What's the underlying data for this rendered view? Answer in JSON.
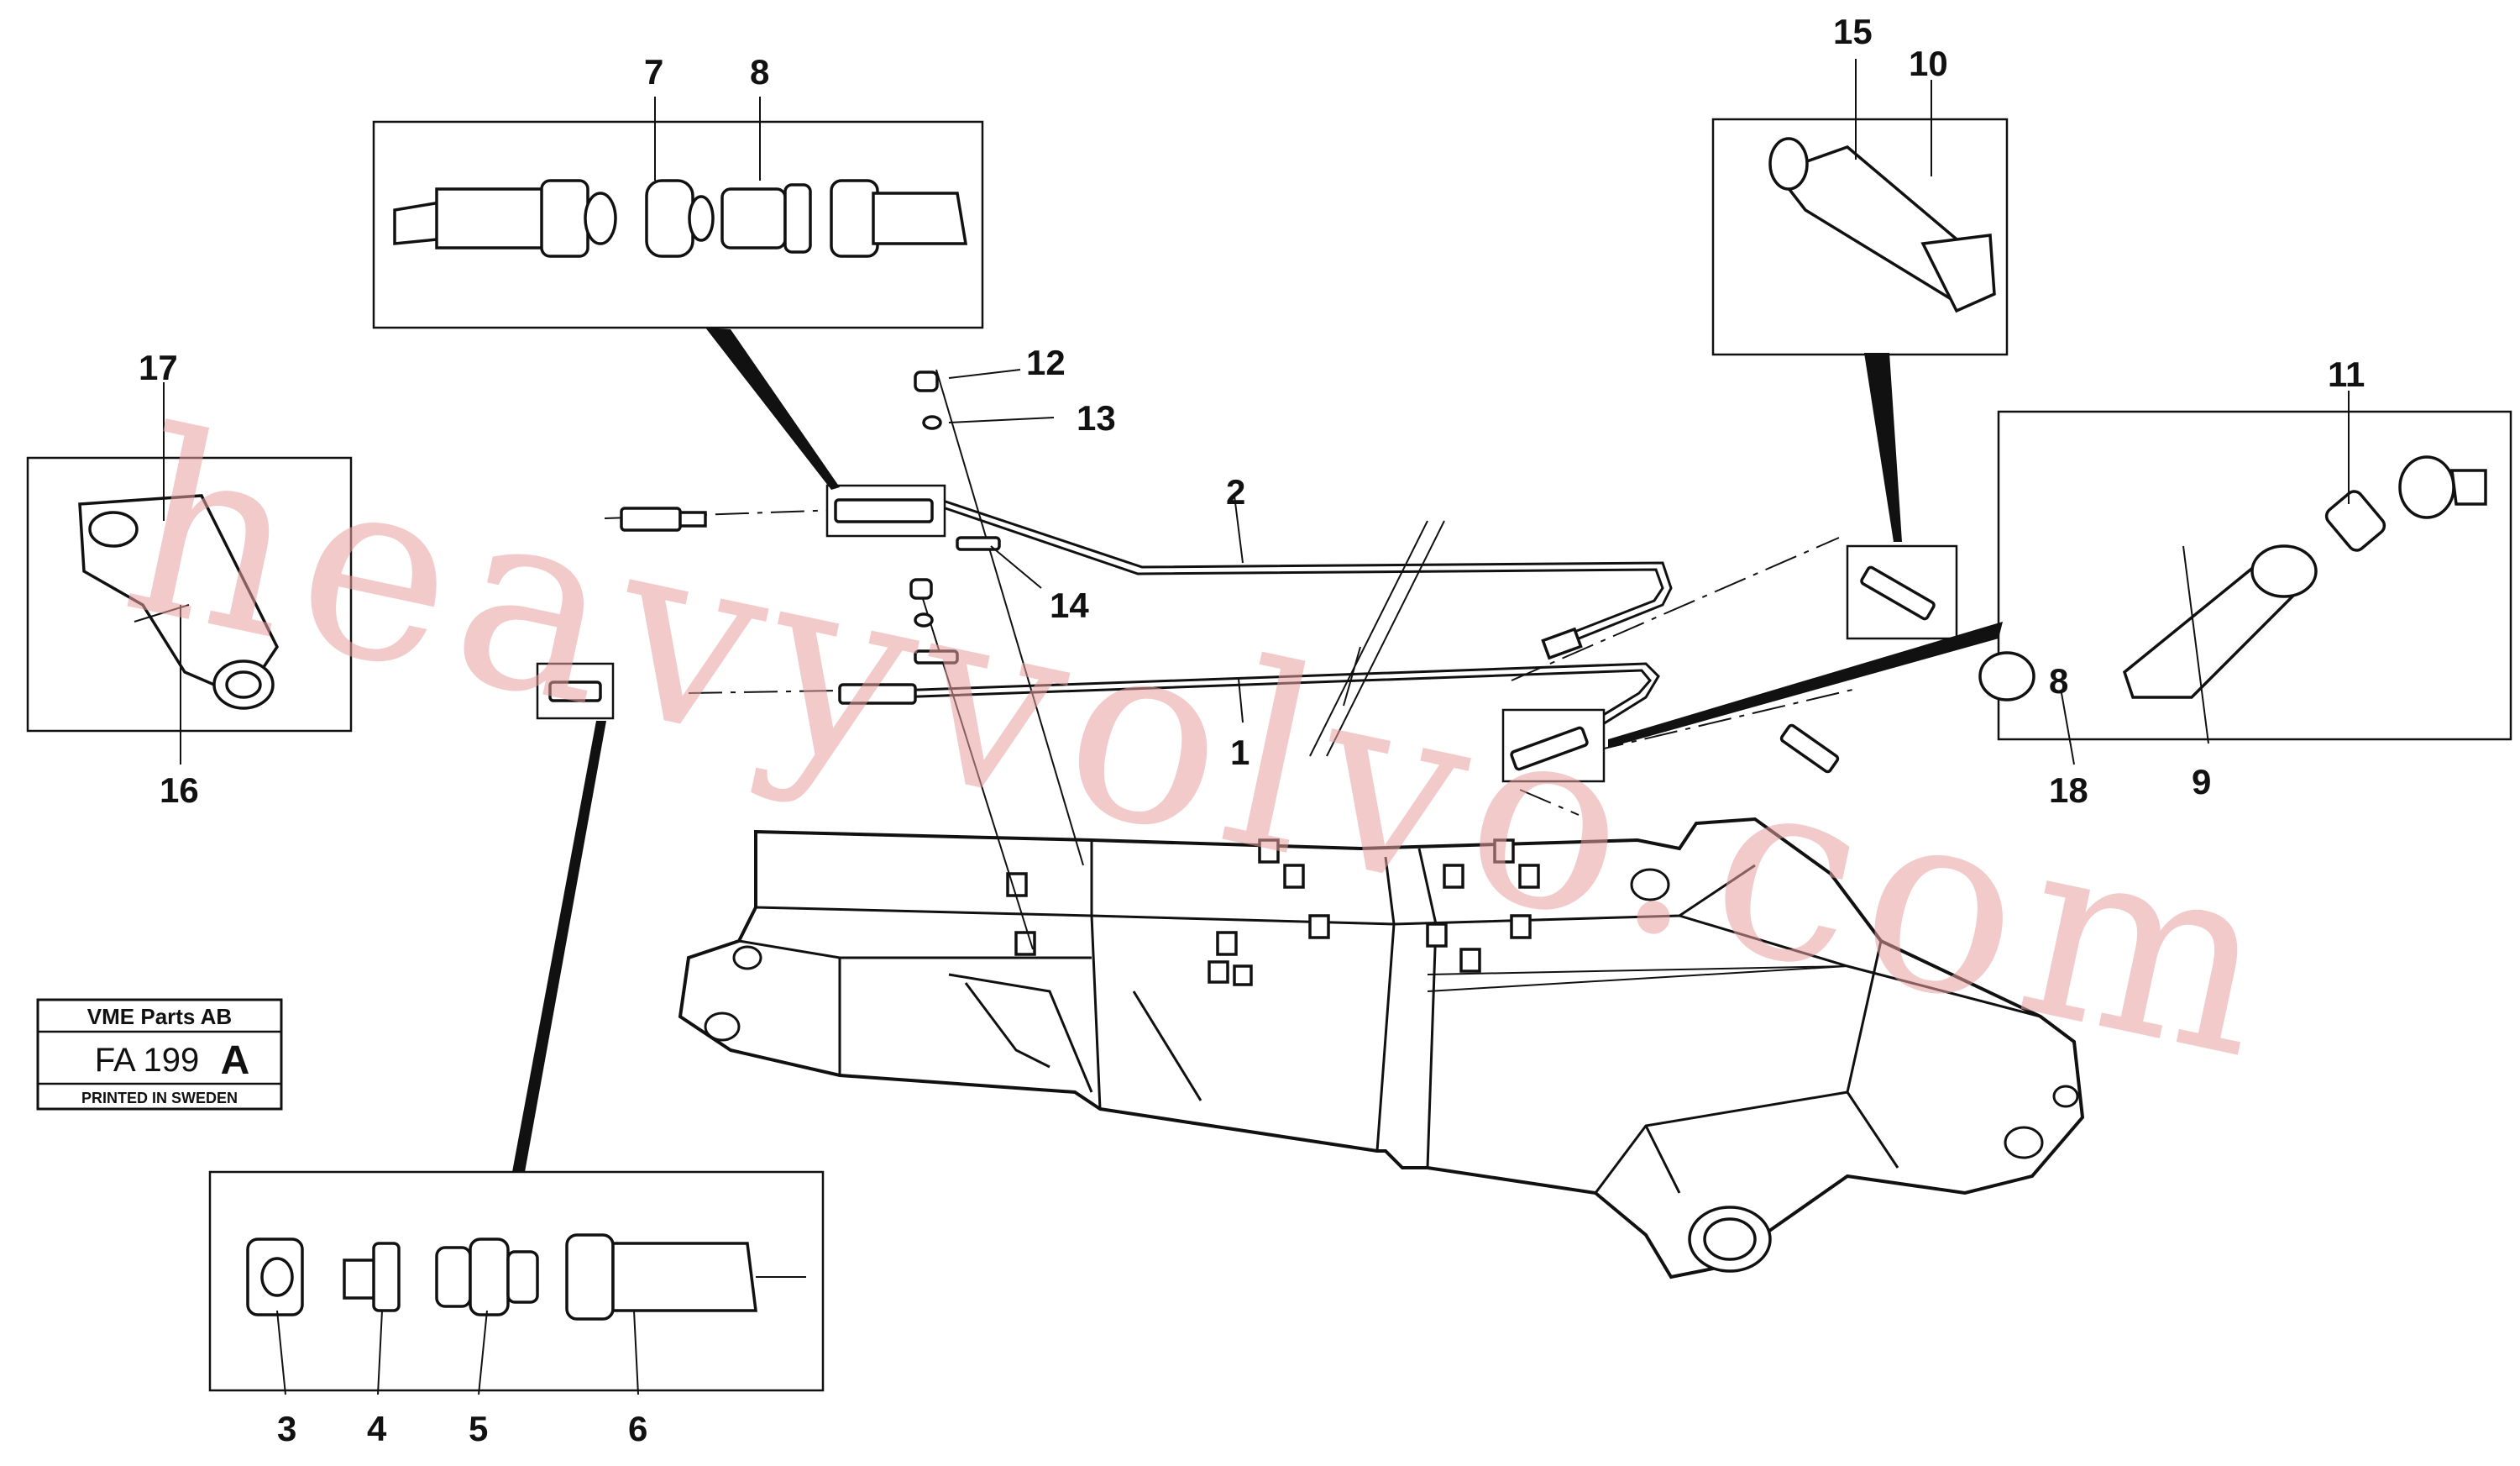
{
  "labels": {
    "p1": "1",
    "p2": "2",
    "p3": "3",
    "p4": "4",
    "p5": "5",
    "p6": "6",
    "p7": "7",
    "p8": "8",
    "p9": "9",
    "p10": "10",
    "p11": "11",
    "p12": "12",
    "p13": "13",
    "p14": "14",
    "p15": "15",
    "p16": "16",
    "p17": "17",
    "p18": "18"
  },
  "stamp": {
    "company": "VME Parts AB",
    "code": "FA 199",
    "revision": "A",
    "printed": "PRINTED IN SWEDEN"
  },
  "watermark": "heavyvolvo.com"
}
